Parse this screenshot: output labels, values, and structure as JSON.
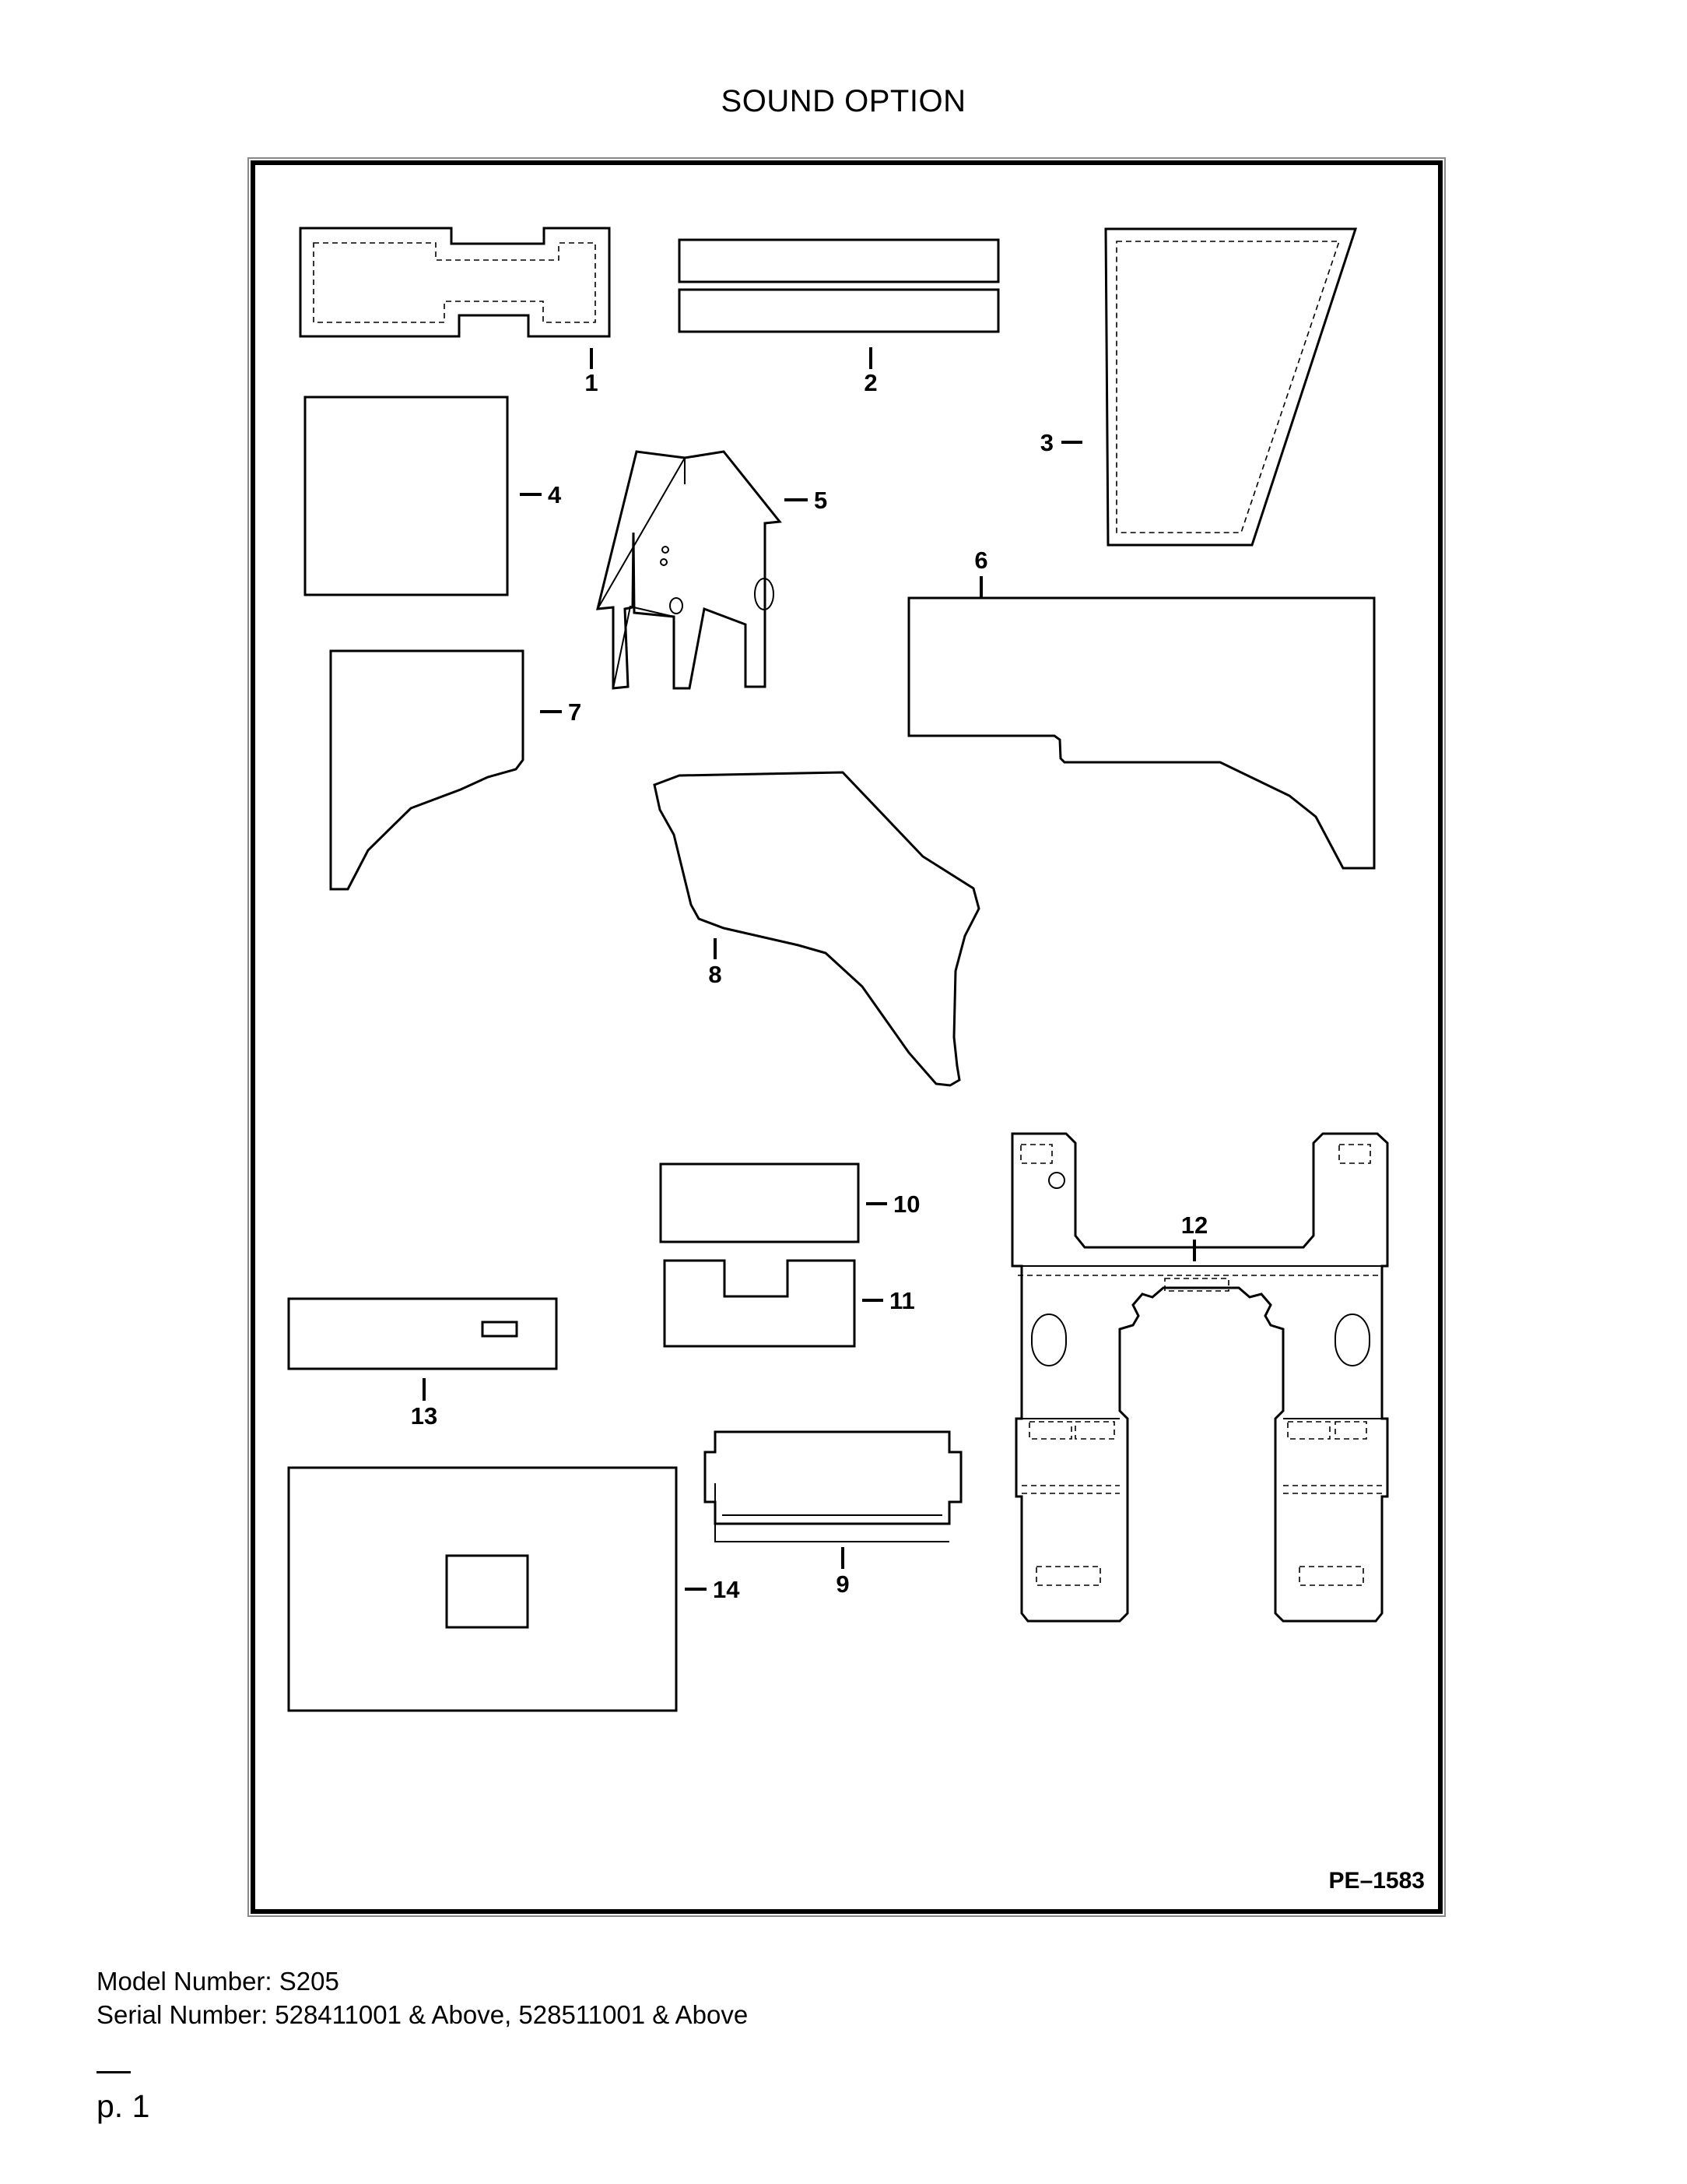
{
  "page": {
    "title": "SOUND OPTION",
    "page_number": "p. 1"
  },
  "figure": {
    "code": "PE–1583",
    "callouts": [
      "1",
      "2",
      "3",
      "4",
      "5",
      "6",
      "7",
      "8",
      "9",
      "10",
      "11",
      "12",
      "13",
      "14"
    ]
  },
  "info": {
    "model_line": "Model Number: S205",
    "serial_line": "Serial Number: 528411001 & Above, 528511001 & Above"
  }
}
